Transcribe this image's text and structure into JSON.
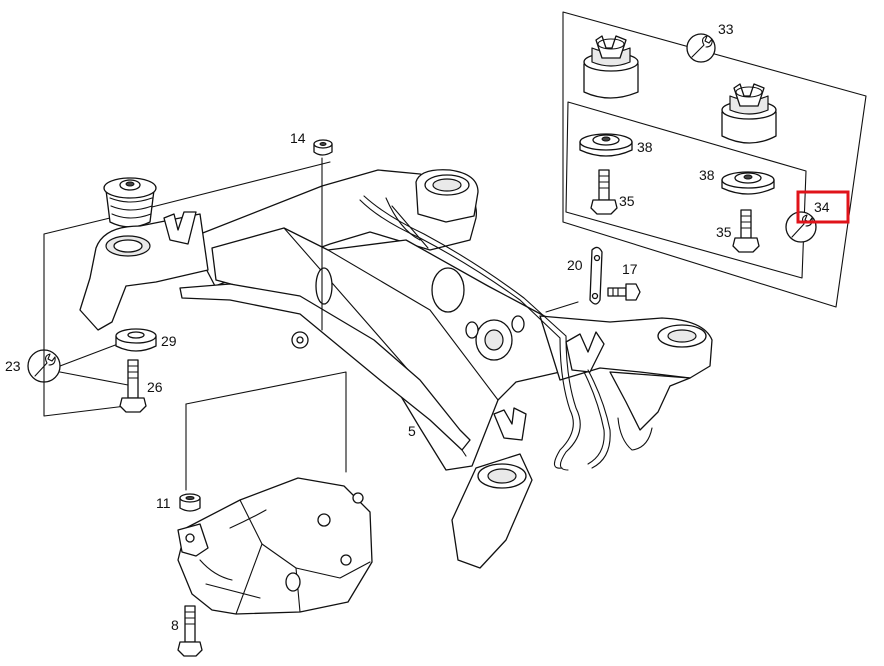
{
  "diagram": {
    "callouts": {
      "c5": "5",
      "c8": "8",
      "c11": "11",
      "c14": "14",
      "c17": "17",
      "c20": "20",
      "c23": "23",
      "c26": "26",
      "c29": "29",
      "c33": "33",
      "c34": "34",
      "c35a": "35",
      "c35b": "35",
      "c38a": "38",
      "c38b": "38"
    },
    "highlight": {
      "callout": "34",
      "color": "#e0131a"
    },
    "icons": [
      "wrench-icon"
    ]
  }
}
